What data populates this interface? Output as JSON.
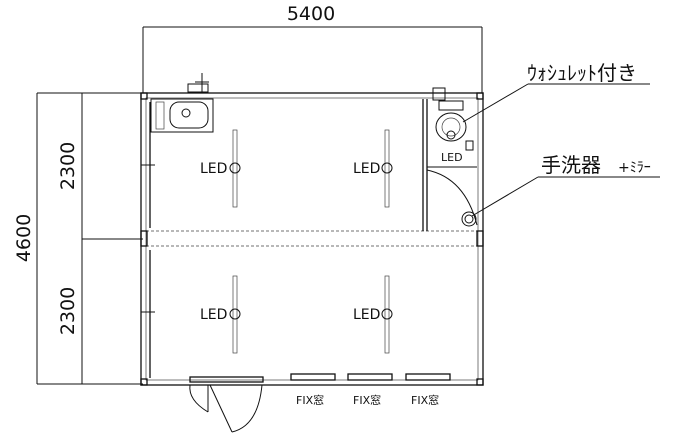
{
  "dimensions": {
    "width": "5400",
    "depth": "4600",
    "upper_module": "2300",
    "lower_module": "2300"
  },
  "room": {
    "lights": [
      "LED",
      "LED",
      "LED",
      "LED"
    ],
    "toilet_light": "LED"
  },
  "windows": [
    "FIX窓",
    "FIX窓",
    "FIX窓"
  ],
  "callouts": {
    "toilet": "ｳｫｼｭﾚｯﾄ付き",
    "basin": "手洗器",
    "basin_extra": "+ﾐﾗｰ"
  }
}
